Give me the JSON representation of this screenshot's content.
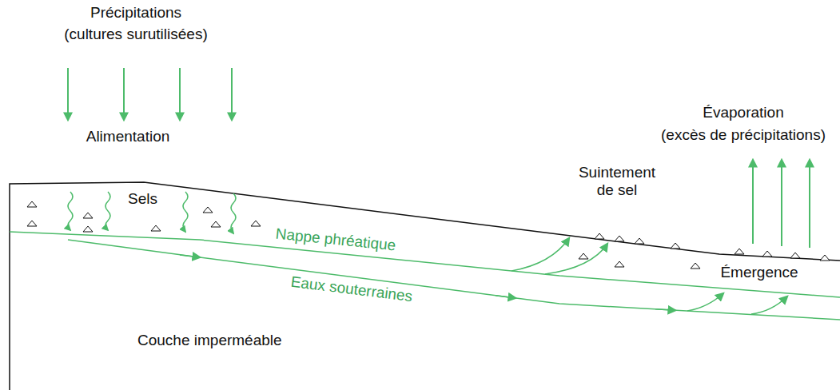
{
  "diagram": {
    "labels": [
      "Précipitations",
      "(cultures surutilisées)",
      "Alimentation",
      "Sels",
      "Évaporation",
      "(excès de précipitations)",
      "Suintement de sel",
      "Nappe phréatique",
      "Eaux souterraines",
      "Émergence",
      "Couche imperméable"
    ]
  }
}
